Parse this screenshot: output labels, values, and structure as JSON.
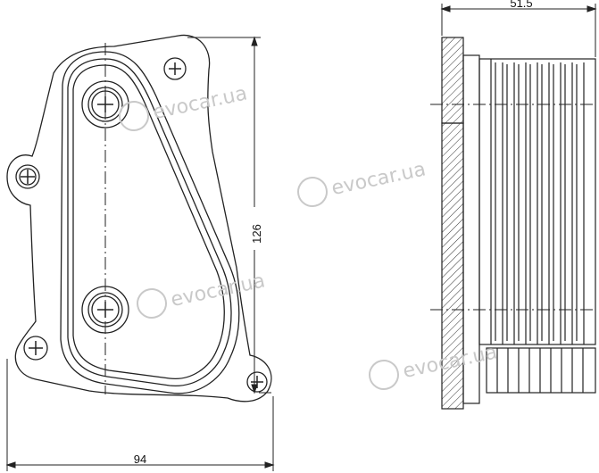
{
  "dimensions": {
    "width": "94",
    "height": "126",
    "depth": "51.5"
  },
  "watermark": {
    "text": "evocar.ua"
  },
  "colors": {
    "line": "#222222",
    "watermark": "#c9c9c9",
    "background": "#ffffff"
  },
  "views": [
    "front-view",
    "side-view"
  ]
}
